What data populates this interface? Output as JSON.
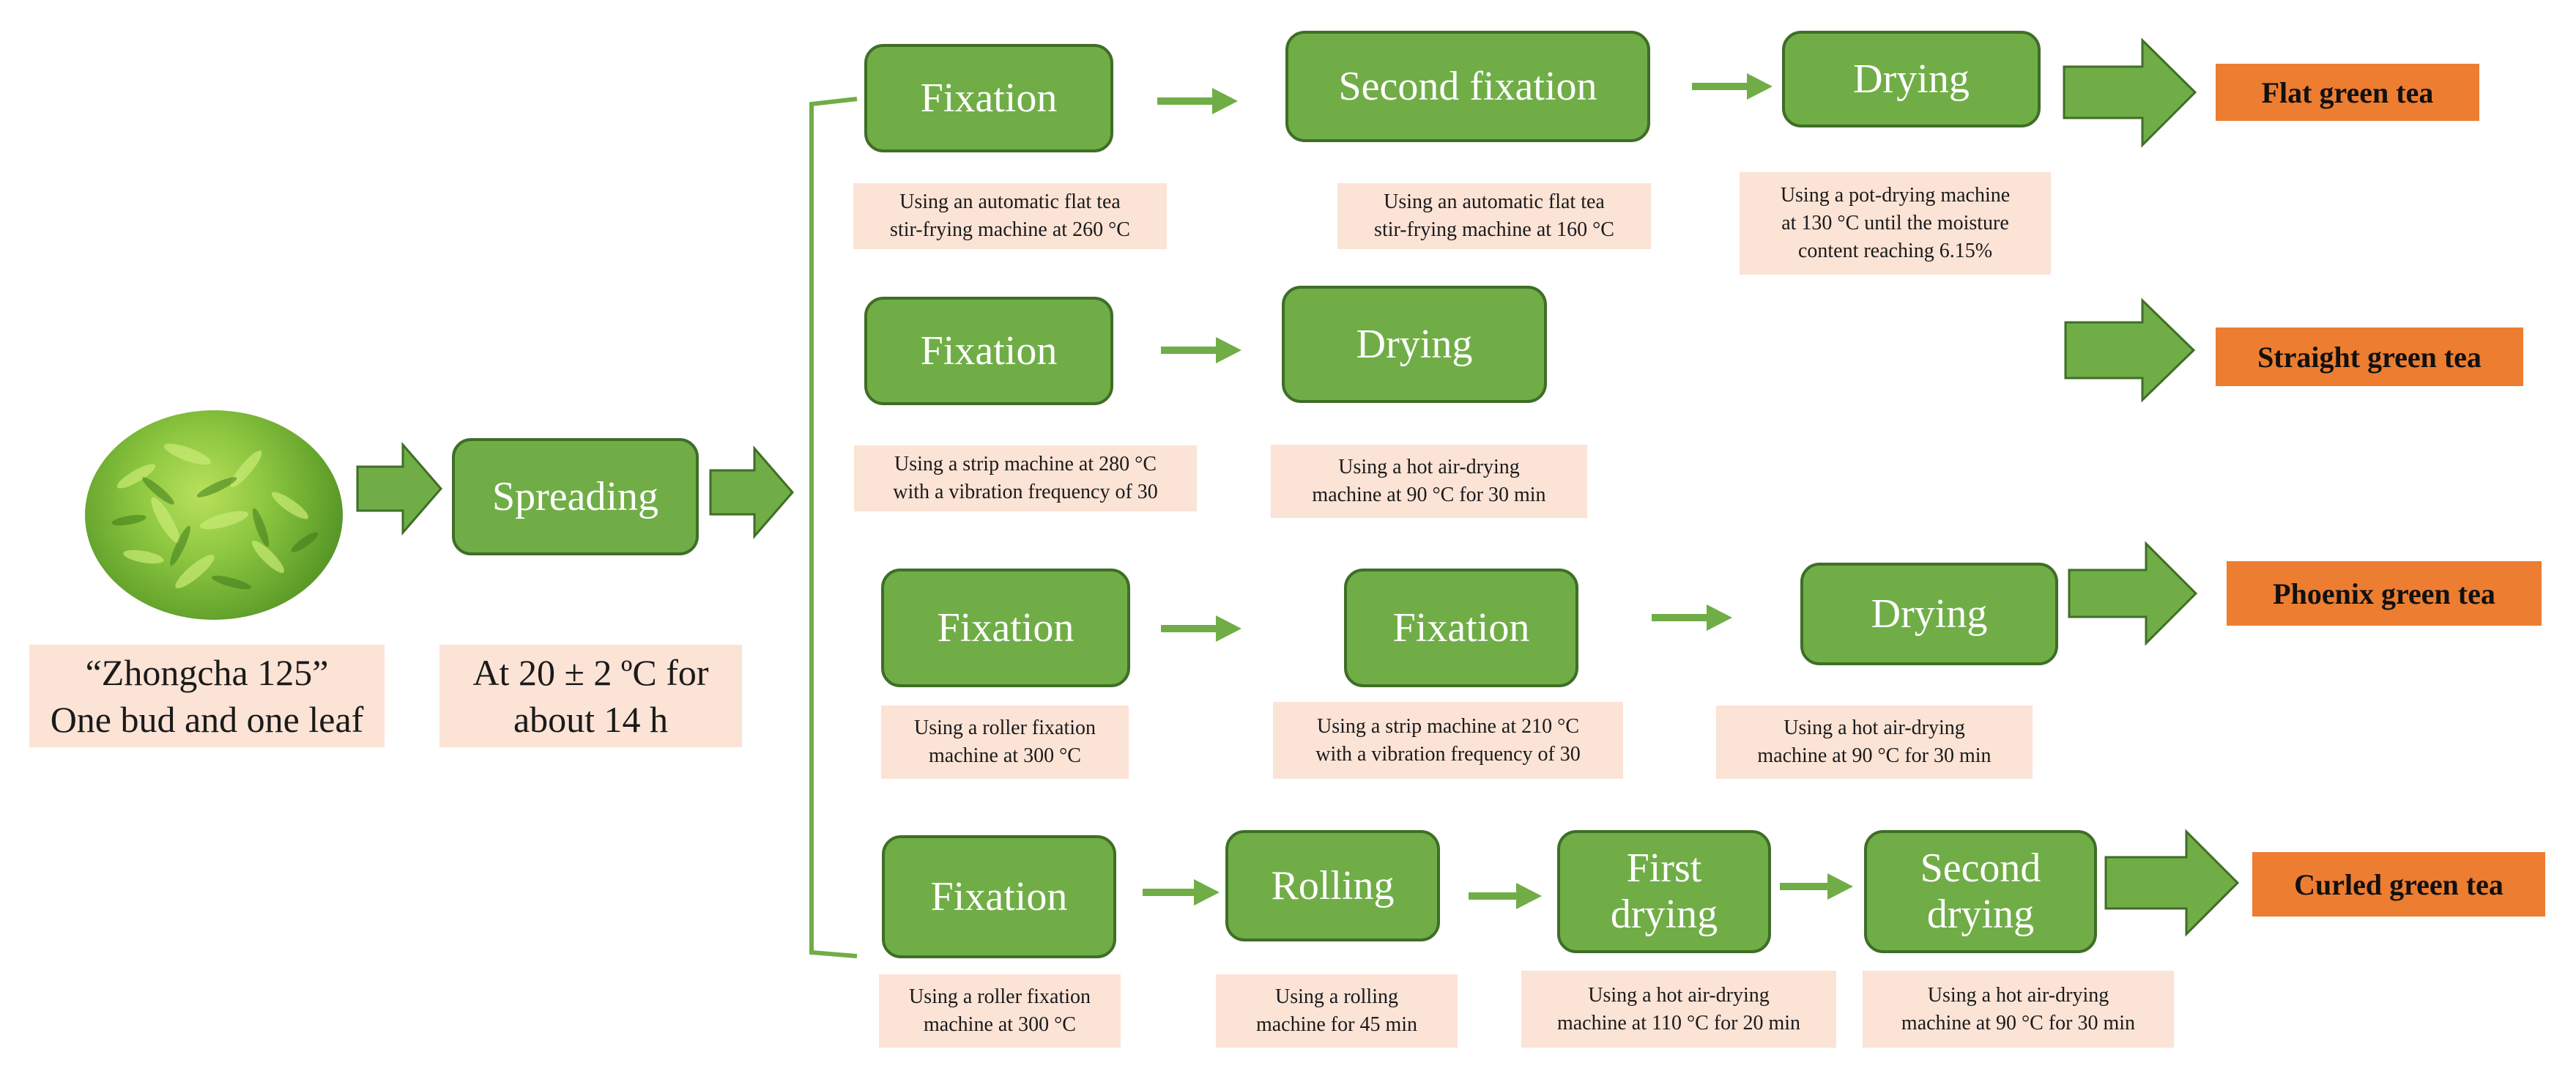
{
  "colors": {
    "step_fill": "#70ad47",
    "step_border": "#3f6e26",
    "arrow_green": "#70ad47",
    "note_fill": "#fbe3d6",
    "product_fill": "#ed7d31"
  },
  "source": {
    "image": "tea-leaves-image",
    "label_line1": "“Zhongcha 125”",
    "label_line2": "One bud and one leaf"
  },
  "spreading": {
    "label": "Spreading",
    "note_line1": "At 20 ± 2  ºC for",
    "note_line2": "about 14 h"
  },
  "flat": {
    "step1": "Fixation",
    "step1_note": "Using an automatic flat tea\nstir-frying machine at 260 °C",
    "step2": "Second fixation",
    "step2_note": "Using an automatic flat tea\nstir-frying machine at 160 °C",
    "step3": "Drying",
    "step3_note": "Using a pot-drying machine\nat 130 °C until the moisture\ncontent reaching 6.15%",
    "product": "Flat green tea"
  },
  "straight": {
    "step1": "Fixation",
    "step1_note": "Using a strip machine at 280 °C\nwith a vibration frequency of 30",
    "step2": "Drying",
    "step2_note": "Using a hot air-drying\nmachine at 90 °C for 30 min",
    "product": "Straight green tea"
  },
  "phoenix": {
    "step1": "Fixation",
    "step1_note": "Using a roller fixation\nmachine at 300 °C",
    "step2": "Fixation",
    "step2_note": "Using a strip machine at 210 °C\nwith a vibration frequency of 30",
    "step3": "Drying",
    "step3_note": "Using a hot air-drying\nmachine at 90 °C for 30 min",
    "product": "Phoenix green tea"
  },
  "curled": {
    "step1": "Fixation",
    "step1_note": "Using a roller fixation\nmachine at 300 °C",
    "step2": "Rolling",
    "step2_note": "Using a rolling\nmachine for 45 min",
    "step3": "First\ndrying",
    "step3_note": "Using a hot air-drying\nmachine at 110 °C for 20 min",
    "step4": "Second\ndrying",
    "step4_note": "Using a hot air-drying\nmachine at 90 °C for 30 min",
    "product": "Curled green tea"
  }
}
